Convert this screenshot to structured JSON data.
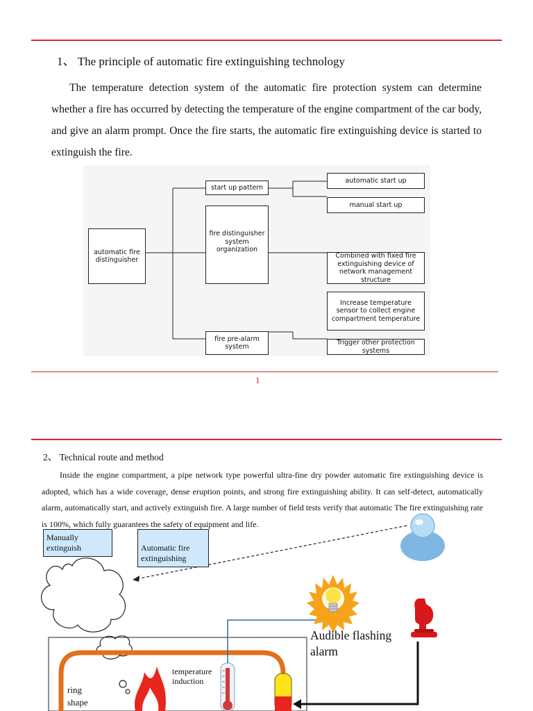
{
  "section1": {
    "title": "1、 The principle of automatic fire extinguishing technology",
    "paragraph": "The temperature detection system of the automatic fire protection system can determine whether a fire has occurred by detecting the temperature of the engine compartment of the car body, and give an alarm prompt. Once the fire starts, the automatic fire extinguishing device is started to extinguish the fire."
  },
  "diagram": {
    "root": "automatic fire distinguisher",
    "startup": "start up pattern",
    "organization": "fire distinguisher system organization",
    "prealarm": "fire pre-alarm system",
    "auto_start": "automatic start up",
    "manual_start": "manual start up",
    "combined": "Combined with fixed fire extinguishing device of network management structure",
    "sensor": "Increase temperature sensor to collect engine compartment temperature",
    "trigger": "Trigger other protection systems"
  },
  "page_number": "1",
  "section2": {
    "title": "2、 Technical route and method",
    "paragraph": "Inside the engine compartment, a pipe network type powerful ultra-fine dry powder automatic fire extinguishing device is adopted, which has a wide coverage, dense eruption points, and strong fire extinguishing ability. It can self-detect, automatically alarm, automatically start, and actively extinguish fire. A large number of field tests verify that automatic The fire extinguishing rate is 100%, which fully guarantees the safety of equipment and life."
  },
  "figure": {
    "manual_label": "Manually extinguish",
    "auto_label": "Automatic fire extinguishing",
    "alarm_label": "Audible flashing alarm",
    "temp_label": "temperature induction",
    "ring_label": "ring shape"
  },
  "colors": {
    "rule": "#d9262b",
    "callout_bg": "#cfe8fb",
    "pipe": "#e2701c"
  }
}
